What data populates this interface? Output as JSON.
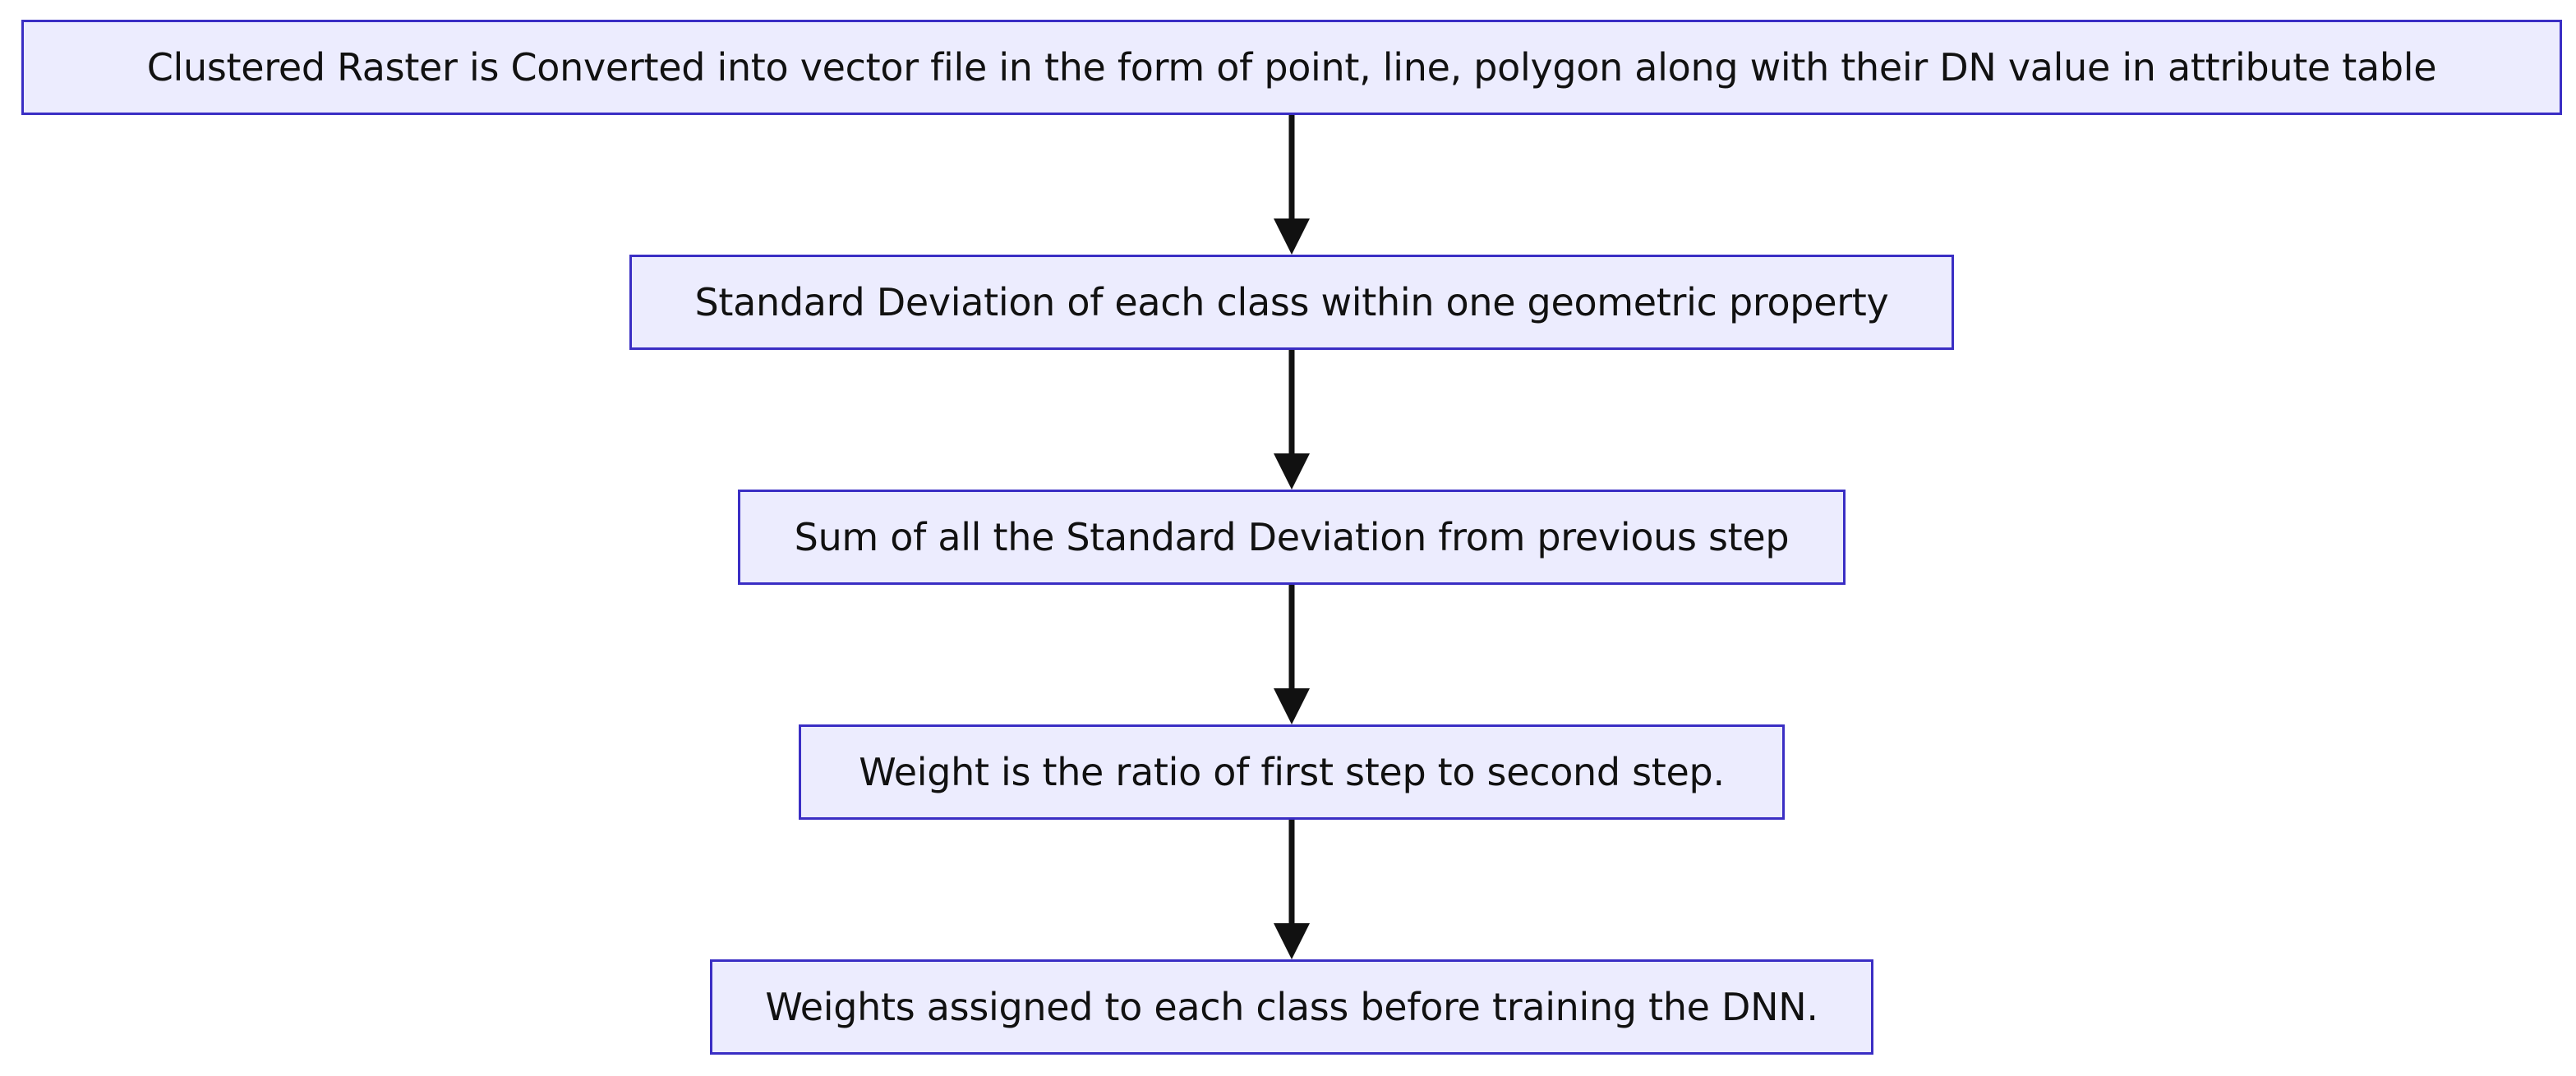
{
  "diagram": {
    "steps": [
      {
        "label": "Clustered Raster is Converted into vector file in the form of point, line, polygon along with their DN value in attribute table"
      },
      {
        "label": "Standard Deviation of each class within one geometric property"
      },
      {
        "label": "Sum of all the Standard Deviation from previous step"
      },
      {
        "label": "Weight is the ratio of first step to second step."
      },
      {
        "label": "Weights assigned to each class before training the DNN."
      }
    ],
    "colors": {
      "node_fill": "#ececfe",
      "node_border": "#3a2ec4",
      "arrow": "#111111"
    }
  }
}
